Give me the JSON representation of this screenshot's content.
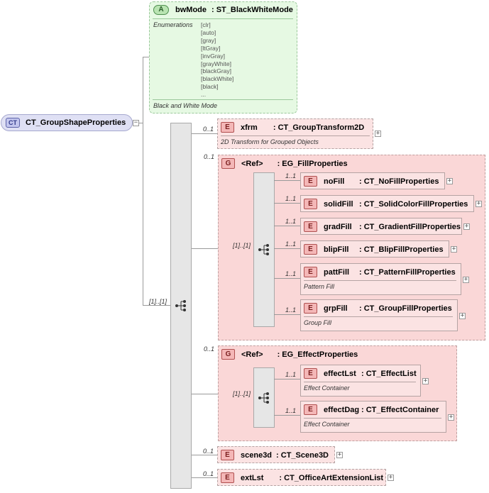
{
  "attribute": {
    "badge": "A",
    "name": "bwMode",
    "type": ": ST_BlackWhiteMode",
    "enum_label": "Enumerations",
    "enumerations": [
      "[clr]",
      "[auto]",
      "[gray]",
      "[ltGray]",
      "[invGray]",
      "[grayWhite]",
      "[blackGray]",
      "[blackWhite]",
      "[black]",
      "..."
    ],
    "description": "Black and White Mode"
  },
  "root": {
    "badge": "CT",
    "name": "CT_GroupShapeProperties"
  },
  "root_sequence": {
    "cardinality": "[1]..[1]"
  },
  "xfrm": {
    "badge": "E",
    "cardinality": "0..1",
    "name": "xfrm",
    "type": ": CT_GroupTransform2D",
    "description": "2D Transform for Grouped Objects"
  },
  "fill_group": {
    "badge": "G",
    "cardinality": "0..1",
    "ref": "<Ref>",
    "type": ": EG_FillProperties",
    "sequence_cardinality": "[1]..[1]",
    "items": [
      {
        "badge": "E",
        "cardinality": "1..1",
        "name": "noFill",
        "type": ": CT_NoFillProperties",
        "description": ""
      },
      {
        "badge": "E",
        "cardinality": "1..1",
        "name": "solidFill",
        "type": ": CT_SolidColorFillProperties",
        "description": ""
      },
      {
        "badge": "E",
        "cardinality": "1..1",
        "name": "gradFill",
        "type": ": CT_GradientFillProperties",
        "description": ""
      },
      {
        "badge": "E",
        "cardinality": "1..1",
        "name": "blipFill",
        "type": ": CT_BlipFillProperties",
        "description": ""
      },
      {
        "badge": "E",
        "cardinality": "1..1",
        "name": "pattFill",
        "type": ": CT_PatternFillProperties",
        "description": "Pattern Fill"
      },
      {
        "badge": "E",
        "cardinality": "1..1",
        "name": "grpFill",
        "type": ": CT_GroupFillProperties",
        "description": "Group Fill"
      }
    ]
  },
  "effect_group": {
    "badge": "G",
    "cardinality": "0..1",
    "ref": "<Ref>",
    "type": ": EG_EffectProperties",
    "sequence_cardinality": "[1]..[1]",
    "items": [
      {
        "badge": "E",
        "cardinality": "1..1",
        "name": "effectLst",
        "type": ": CT_EffectList",
        "description": "Effect Container"
      },
      {
        "badge": "E",
        "cardinality": "1..1",
        "name": "effectDag",
        "type": ": CT_EffectContainer",
        "description": "Effect Container"
      }
    ]
  },
  "scene3d": {
    "badge": "E",
    "cardinality": "0..1",
    "name": "scene3d",
    "type": ": CT_Scene3D"
  },
  "extLst": {
    "badge": "E",
    "cardinality": "0..1",
    "name": "extLst",
    "type": ": CT_OfficeArtExtensionList"
  },
  "plus_sign": "+",
  "minus_sign": "−"
}
